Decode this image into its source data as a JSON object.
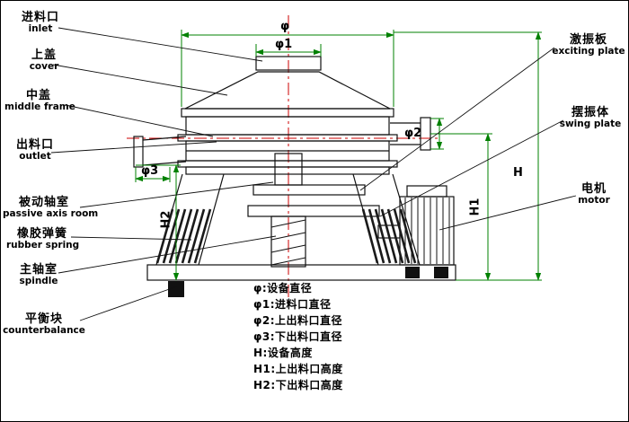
{
  "parts_left": [
    {
      "cn": "进料口",
      "en": "inlet"
    },
    {
      "cn": "上盖",
      "en": "cover"
    },
    {
      "cn": "中盖",
      "en": "middle frame"
    },
    {
      "cn": "出料口",
      "en": "outlet"
    },
    {
      "cn": "被动轴室",
      "en": "passive axis room"
    },
    {
      "cn": "橡胶弹簧",
      "en": "rubber spring"
    },
    {
      "cn": "主轴室",
      "en": "spindle"
    },
    {
      "cn": "平衡块",
      "en": "counterbalance"
    }
  ],
  "parts_right": [
    {
      "cn": "激振板",
      "en": "exciting plate"
    },
    {
      "cn": "摆振体",
      "en": "swing plate"
    },
    {
      "cn": "电机",
      "en": "motor"
    }
  ],
  "dimensions": {
    "phi": "φ",
    "phi1": "φ1",
    "phi2": "φ2",
    "phi3": "φ3",
    "h": "H",
    "h1": "H1",
    "h2": "H2"
  },
  "legend": [
    "φ:设备直径",
    "φ1:进料口直径",
    "φ2:上出料口直径",
    "φ3:下出料口直径",
    "H:设备高度",
    "H1:上出料口高度",
    "H2:下出料口高度"
  ],
  "colors": {
    "dimension_line": "#008000",
    "center_line": "#cc0000",
    "outline": "#111111",
    "background": "#ffffff"
  }
}
